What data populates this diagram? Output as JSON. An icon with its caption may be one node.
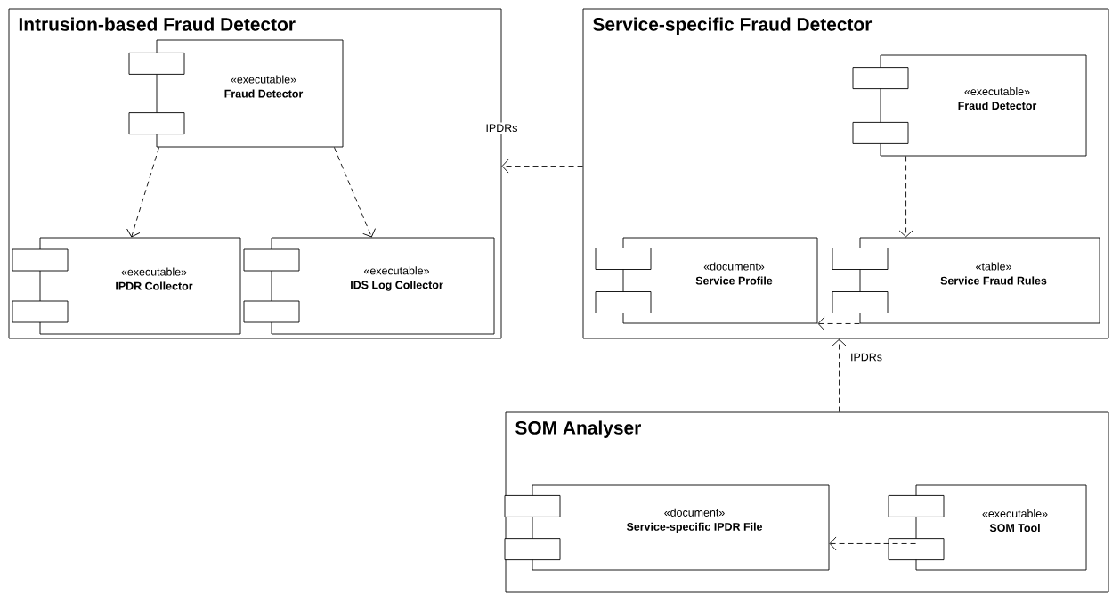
{
  "diagram": {
    "nodes": [
      {
        "text": [
          "Intrusion-based Fraud Detector"
        ]
      },
      {
        "text": [
          "«executable»",
          "Fraud Detector"
        ],
        "in": 0
      },
      {
        "text": [
          "«executable»",
          "IPDR Collector"
        ],
        "in": 0
      },
      {
        "text": [
          "«executable»",
          "IDS Log Collector"
        ],
        "in": 0
      },
      {
        "text": [
          "Service-specific Fraud Detector"
        ]
      },
      {
        "text": [
          "«executable»",
          "Fraud Detector"
        ],
        "in": 4
      },
      {
        "text": [
          "«document»",
          "Service Profile"
        ],
        "in": 4
      },
      {
        "text": [
          "«table»",
          "Service Fraud Rules"
        ],
        "in": 4
      },
      {
        "text": [
          "SOM Analyser"
        ]
      },
      {
        "text": [
          "«document»",
          "Service-specific IPDR File"
        ],
        "in": 8
      },
      {
        "text": [
          "«executable»",
          "SOM Tool"
        ],
        "in": 8
      }
    ],
    "edges": [
      {
        "from": 1,
        "to": 2,
        "arrow": "to",
        "style": "dashed"
      },
      {
        "from": 1,
        "to": 3,
        "arrow": "to",
        "style": "dashed"
      },
      {
        "from": 4,
        "to": 0,
        "arrow": "to",
        "style": "dashed",
        "label": "IPDRs"
      },
      {
        "from": 5,
        "to": 7,
        "arrow": "to",
        "style": "dashed"
      },
      {
        "from": 7,
        "to": 6,
        "arrow": "to",
        "style": "dashed"
      },
      {
        "from": 8,
        "to": 4,
        "arrow": "to",
        "style": "dashed",
        "label": "IPDRs"
      },
      {
        "from": 10,
        "to": 9,
        "arrow": "to",
        "style": "dashed"
      }
    ]
  }
}
